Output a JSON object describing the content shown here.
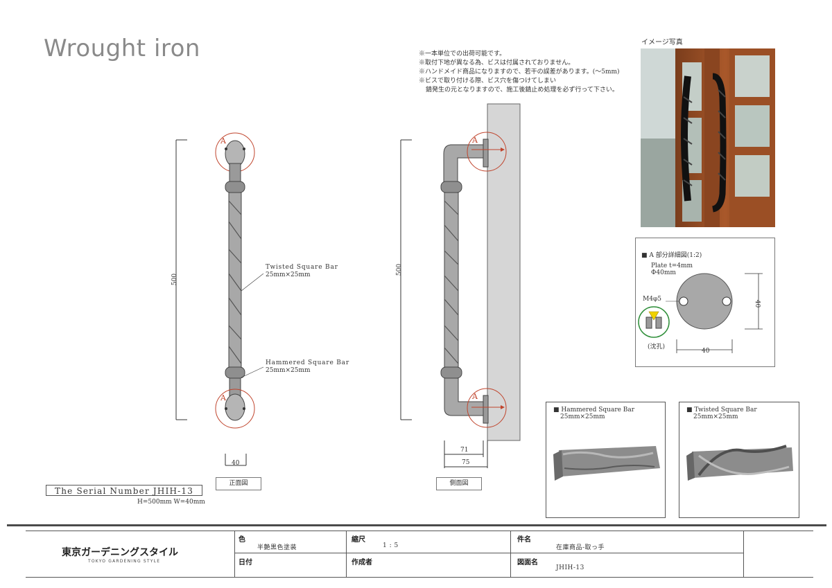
{
  "title": "Wrought iron",
  "notes": [
    "※一本単位での出荷可能です。",
    "※取付下地が異なる為、ビスは付属されておりません。",
    "※ハンドメイド商品になりますので、若干の誤差があります。(〜5mm)",
    "※ビスで取り付ける際、ビス穴を傷つけてしまい",
    "錆発生の元となりますので、施工後錆止め処理を必ず行って下さい。"
  ],
  "photo_label": "イメージ写真",
  "front": {
    "dim_height": "500",
    "dim_width": "40",
    "label_a": "A",
    "twisted_label": "Twisted Square Bar",
    "twisted_size": "25mm×25mm",
    "hammered_label": "Hammered Square Bar",
    "hammered_size": "25mm×25mm",
    "view_name": "正面図"
  },
  "side": {
    "dim_height": "500",
    "dim_71": "71",
    "dim_75": "75",
    "label_a": "A",
    "view_name": "側面図"
  },
  "serial": {
    "text": "The Serial Number JHIH-13",
    "sub": "H=500mm W=40mm"
  },
  "detail": {
    "title": "■ A 部分詳細図(1:2)",
    "plate": "Plate t=4mm",
    "dia": "Φ40mm",
    "screw": "M4φ5",
    "countersink": "(沈孔)",
    "dim_40_v": "40",
    "dim_40_h": "40"
  },
  "hammered_panel": {
    "title": "■ Hammered Square Bar",
    "size": "25mm×25mm"
  },
  "twisted_panel": {
    "title": "■ Twisted Square Bar",
    "size": "25mm×25mm"
  },
  "titleblock": {
    "company": "東京ガーデニングスタイル",
    "company_sub": "TOKYO GARDENING STYLE",
    "color_caption": "色",
    "color_value": "半艶黒色塗装",
    "date_caption": "日付",
    "scale_caption": "縮尺",
    "scale_value": "1 : 5",
    "author_caption": "作成者",
    "item_caption": "件名",
    "item_value": "在庫商品-取っ手",
    "drawing_caption": "図面名",
    "drawing_value": "JHIH-13"
  },
  "colors": {
    "accent_red": "#c0442c",
    "green_circle": "#2f8f3a",
    "yellow_marker": "#f0d200"
  }
}
